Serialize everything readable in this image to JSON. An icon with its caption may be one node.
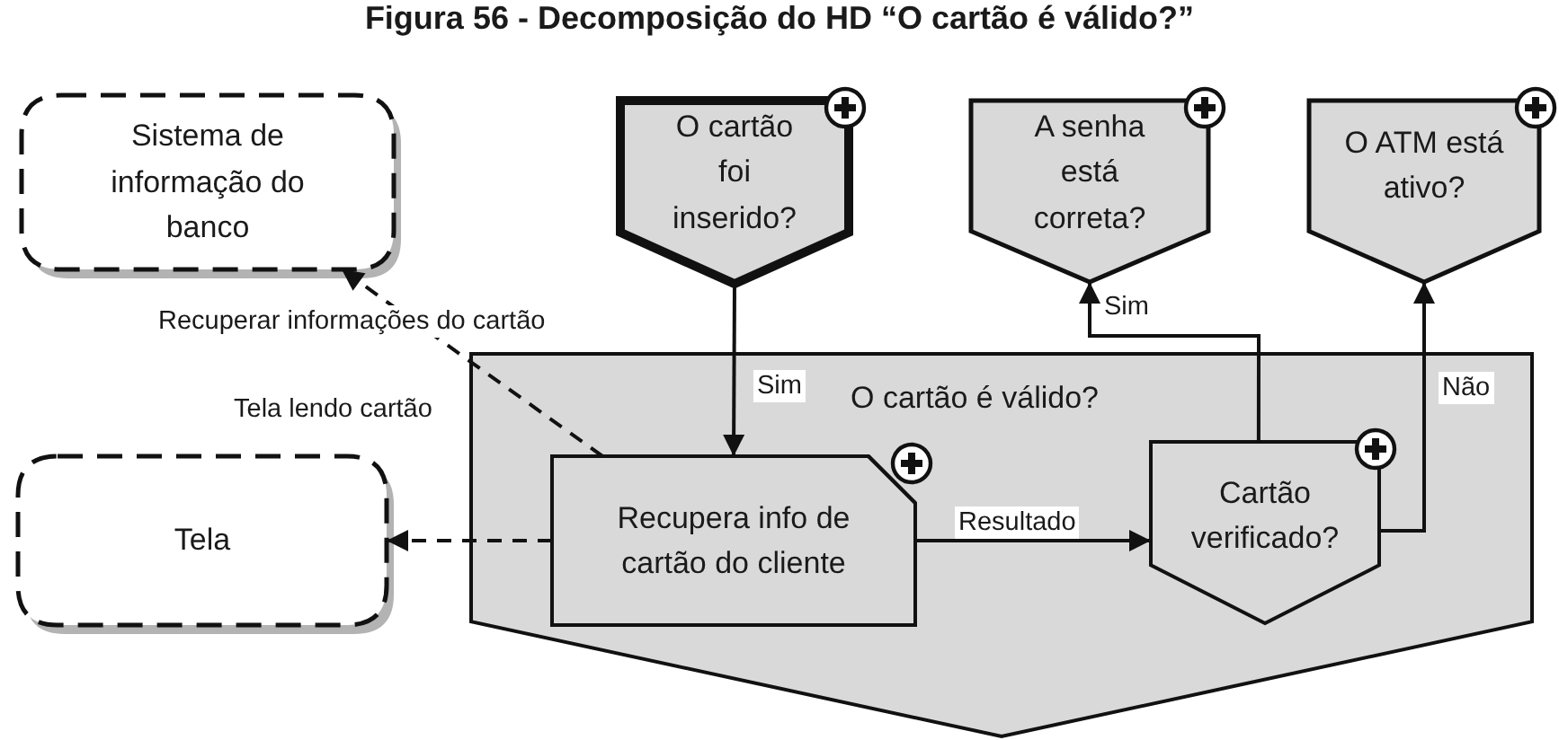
{
  "diagram": {
    "title": "Figura 56 - Decomposição do HD “O cartão é válido?”",
    "nodes": [
      {
        "text": [
          "Sistema de informação do banco"
        ]
      },
      {
        "text": [
          "O cartão foi inserido?"
        ]
      },
      {
        "text": [
          "A senha está correta?"
        ]
      },
      {
        "text": [
          "O ATM está ativo?"
        ]
      },
      {
        "text": [
          "O cartão é válido?"
        ]
      },
      {
        "text": [
          "Recupera info de cartão do cliente"
        ],
        "in": 4
      },
      {
        "text": [
          "Cartão verificado?"
        ],
        "in": 4
      },
      {
        "text": [
          "Tela"
        ]
      }
    ],
    "edges": [
      {
        "from": 1,
        "to": 5,
        "arrow": "to",
        "label": "Sim"
      },
      {
        "from": 5,
        "to": 6,
        "arrow": "to",
        "label": "Resultado"
      },
      {
        "from": 6,
        "to": 2,
        "arrow": "to",
        "label": "Sim"
      },
      {
        "from": 6,
        "to": 3,
        "arrow": "to",
        "label": "Não"
      },
      {
        "from": 5,
        "to": 0,
        "arrow": "to",
        "label": "Recuperar informações do cartão",
        "style": "dashed"
      },
      {
        "from": 5,
        "to": 7,
        "arrow": "to",
        "label": "Tela lendo cartão",
        "style": "dashed"
      }
    ]
  }
}
